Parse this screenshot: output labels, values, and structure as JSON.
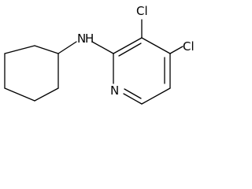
{
  "molecule": {
    "atoms": {
      "nh": "N",
      "h": "H",
      "cl_3": "Cl",
      "n_ring": "N",
      "cl_5": "Cl"
    }
  }
}
